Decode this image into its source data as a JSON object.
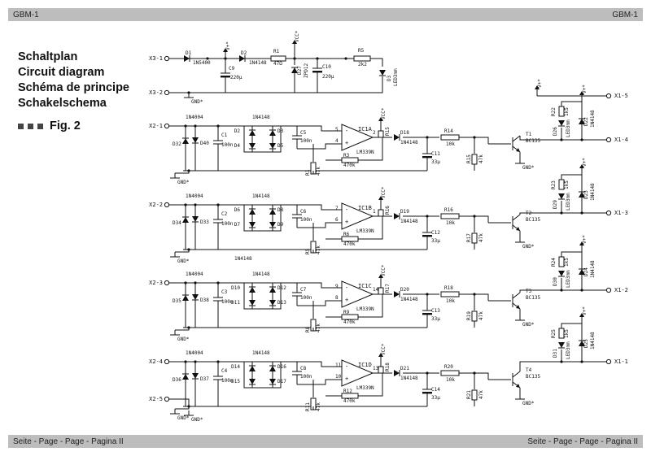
{
  "header": {
    "left": "GBM-1",
    "right": "GBM-1"
  },
  "footer": {
    "left": "Seite - Page - Page - Pagina II",
    "right": "Seite - Page - Page - Pagina II"
  },
  "titles": [
    "Schaltplan",
    "Circuit diagram",
    "Schéma de principe",
    "Schakelschema"
  ],
  "figure_label": "Fig. 2",
  "power": {
    "inputs": [
      "X3-1",
      "X3-2"
    ],
    "gnd": "GND*",
    "vcc": "VCC*",
    "vp": "V+*",
    "d1": [
      "D1",
      "1N5400"
    ],
    "d2": [
      "D2",
      "1N4148"
    ],
    "c9": [
      "C9",
      "220µ"
    ],
    "r1": [
      "R1",
      "47Ω"
    ],
    "d27": [
      "D27",
      "ZPD12"
    ],
    "c10": [
      "C10",
      "220µ"
    ],
    "r5": [
      "R5",
      "2k2"
    ],
    "d3": [
      "D3",
      "LED3mm"
    ]
  },
  "channels": [
    {
      "in": "X2-1",
      "da": "D32",
      "db": "D40",
      "dtype": "1N4004",
      "c": [
        "C1",
        "100n"
      ],
      "bridge": [
        "D2",
        "D3",
        "D4",
        "D5"
      ],
      "btype": "1N4148",
      "c2": [
        "C5",
        "100n"
      ],
      "ic": [
        "IC1A",
        "LM339N"
      ],
      "pins": [
        "5",
        "4",
        "2"
      ],
      "rin": [
        "R1",
        "47k"
      ],
      "rfb": [
        "R3",
        "470k"
      ],
      "rp": [
        "R15",
        "10k"
      ],
      "dout": [
        "D18",
        "1N4148"
      ],
      "rser": [
        "R14",
        "10k"
      ],
      "cdel": [
        "C11",
        "33µ"
      ],
      "rg": [
        "R15",
        "47k"
      ],
      "tr": [
        "T1",
        "BC135"
      ],
      "led": [
        "D26",
        "LED3mm"
      ],
      "rled": [
        "R22",
        "1k5"
      ],
      "dz": [
        "D22",
        "1N4148"
      ],
      "out": "X1-4",
      "vout": "X1-5"
    },
    {
      "in": "X2-2",
      "da": "D34",
      "db": "D33",
      "dtype": "1N4004",
      "c": [
        "C2",
        "100n"
      ],
      "bridge": [
        "D6",
        "D8",
        "D7",
        "D9"
      ],
      "btype": "1N4148",
      "c2": [
        "C6",
        "100n"
      ],
      "ic": [
        "IC1B",
        "LM339N"
      ],
      "pins": [
        "7",
        "6",
        "1"
      ],
      "rin": [
        "R5",
        "47k"
      ],
      "rfb": [
        "R6",
        "470k"
      ],
      "rp": [
        "R16",
        "10k"
      ],
      "dout": [
        "D19",
        "1N4148"
      ],
      "rser": [
        "R16",
        "10k"
      ],
      "cdel": [
        "C12",
        "33µ"
      ],
      "rg": [
        "R17",
        "47k"
      ],
      "tr": [
        "T2",
        "BC135"
      ],
      "led": [
        "D29",
        "LED3mm"
      ],
      "rled": [
        "R23",
        "1k5"
      ],
      "dz": [
        "D23",
        "1N4148"
      ],
      "out": "X1-3",
      "vout": ""
    },
    {
      "in": "X2-3",
      "da": "D35",
      "db": "D38",
      "dtype": "1N4004",
      "c": [
        "C3",
        "100n"
      ],
      "bridge": [
        "D10",
        "D12",
        "D11",
        "D13"
      ],
      "btype": "1N4148",
      "c2": [
        "C7",
        "100n"
      ],
      "ic": [
        "IC1C",
        "LM339N"
      ],
      "pins": [
        "9",
        "8",
        "14"
      ],
      "rin": [
        "R8",
        "47k"
      ],
      "rfb": [
        "R9",
        "470k"
      ],
      "rp": [
        "R17",
        "10k"
      ],
      "dout": [
        "D20",
        "1N4148"
      ],
      "rser": [
        "R18",
        "10k"
      ],
      "cdel": [
        "C13",
        "33µ"
      ],
      "rg": [
        "R19",
        "47k"
      ],
      "tr": [
        "T3",
        "BC135"
      ],
      "led": [
        "D30",
        "LED3mm"
      ],
      "rled": [
        "R24",
        "1k5"
      ],
      "dz": [
        "D24",
        "1N4148"
      ],
      "out": "X1-2",
      "vout": ""
    },
    {
      "in": "X2-4",
      "da": "D36",
      "db": "D37",
      "dtype": "1N4004",
      "c": [
        "C4",
        "100n"
      ],
      "bridge": [
        "D14",
        "D16",
        "D15",
        "D17"
      ],
      "btype": "1N4148",
      "c2": [
        "C8",
        "100n"
      ],
      "ic": [
        "IC1D",
        "LM339N"
      ],
      "pins": [
        "11",
        "10",
        "13"
      ],
      "rin": [
        "R11",
        "47k"
      ],
      "rfb": [
        "R12",
        "470k"
      ],
      "rp": [
        "R18",
        "10k"
      ],
      "dout": [
        "D21",
        "1N4148"
      ],
      "rser": [
        "R20",
        "10k"
      ],
      "cdel": [
        "C14",
        "33µ"
      ],
      "rg": [
        "R21",
        "47k"
      ],
      "tr": [
        "T4",
        "BC135"
      ],
      "led": [
        "D31",
        "LED3mm"
      ],
      "rled": [
        "R25",
        "1k5"
      ],
      "dz": [
        "D25",
        "1N4148"
      ],
      "out": "X1-1",
      "vout": ""
    }
  ],
  "extra_terminal": "X2-5",
  "extra_label": "1N4148"
}
